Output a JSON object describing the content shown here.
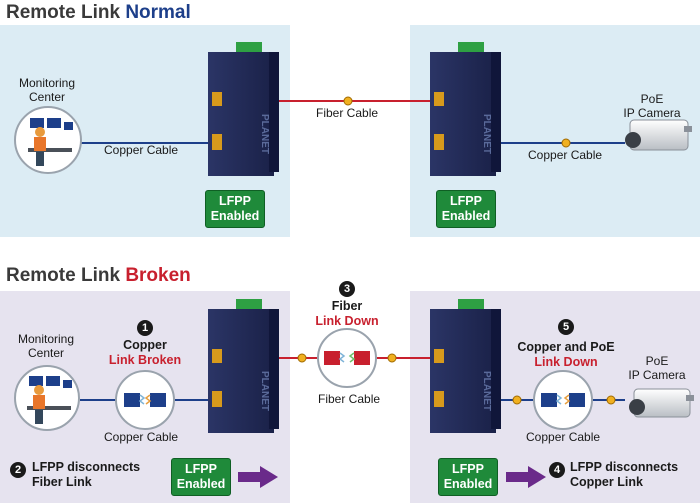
{
  "normal": {
    "title_prefix": "Remote Link ",
    "title_highlight": "Normal",
    "center_label_line1": "Monitoring",
    "center_label_line2": "Center",
    "copper_left": "Copper Cable",
    "fiber": "Fiber Cable",
    "copper_right": "Copper Cable",
    "camera_line1": "PoE",
    "camera_line2": "IP Camera",
    "badge_left_line1": "LFPP",
    "badge_left_line2": "Enabled",
    "badge_right_line1": "LFPP",
    "badge_right_line2": "Enabled"
  },
  "broken": {
    "title_prefix": "Remote Link ",
    "title_highlight": "Broken",
    "center_label_line1": "Monitoring",
    "center_label_line2": "Center",
    "step1_num": "1",
    "step1_line1": "Copper",
    "step1_line2": "Link Broken",
    "step2_num": "2",
    "step2_line1": "LFPP disconnects",
    "step2_line2": "Fiber Link",
    "step3_num": "3",
    "step3_line1": "Fiber",
    "step3_line2": "Link Down",
    "step4_num": "4",
    "step4_line1": "LFPP disconnects",
    "step4_line2": "Copper Link",
    "step5_num": "5",
    "step5_line1": "Copper and PoE",
    "step5_line2": "Link Down",
    "copper_left": "Copper Cable",
    "fiber": "Fiber Cable",
    "copper_right": "Copper Cable",
    "camera_line1": "PoE",
    "camera_line2": "IP Camera",
    "badge_left_line1": "LFPP",
    "badge_left_line2": "Enabled",
    "badge_right_line1": "LFPP",
    "badge_right_line2": "Enabled",
    "brand": "PLANET"
  },
  "colors": {
    "normal_panel": "#dcecf4",
    "broken_panel": "#e6e3ef",
    "copper_line": "#1d3f8a",
    "fiber_line": "#c8202e",
    "badge_green": "#1f8a3a",
    "arrow_purple": "#6a2a8a"
  }
}
